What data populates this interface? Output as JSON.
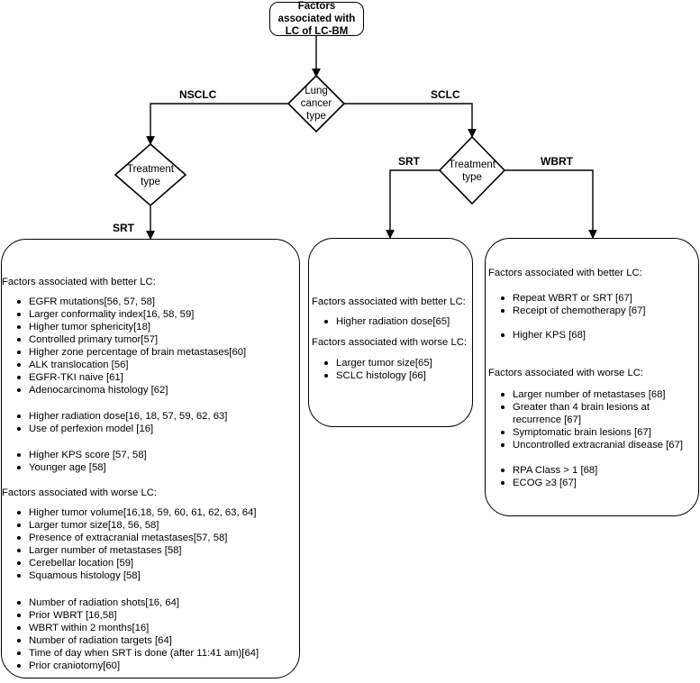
{
  "root": {
    "title": "Factors associated with LC of LC-BM"
  },
  "decision_lung": {
    "label": "Lung cancer type"
  },
  "decision_nsclc_treatment": {
    "label": "Treatment type"
  },
  "decision_sclc_treatment": {
    "label": "Treatment type"
  },
  "edges": {
    "nsclc": "NSCLC",
    "sclc": "SCLC",
    "nsclc_srt": "SRT",
    "sclc_srt": "SRT",
    "sclc_wbrt": "WBRT"
  },
  "nsclc_srt_box": {
    "better_heading": "Factors associated with better LC:",
    "better_groups": [
      [
        "EGFR mutations[56, 57, 58]",
        "Larger conformality index[16, 58, 59]",
        "Higher tumor sphericity[18]",
        "Controlled primary tumor[57]",
        "Higher zone percentage of brain metastases[60]",
        "ALK translocation [56]",
        "EGFR-TKI naive [61]",
        "Adenocarcinoma histology [62]"
      ],
      [
        "Higher radiation dose[16, 18, 57, 59, 62, 63]",
        "Use of perfexion model [16]"
      ],
      [
        "Higher KPS score [57, 58]",
        "Younger age [58]"
      ]
    ],
    "worse_heading": "Factors associated with worse LC:",
    "worse_groups": [
      [
        "Higher tumor volume[16,18, 59, 60, 61, 62, 63, 64]",
        "Larger tumor size[18, 56, 58]",
        "Presence of extracranial metastases[57, 58]",
        "Larger number of metastases [58]",
        "Cerebellar location [59]",
        "Squamous histology [58]"
      ],
      [
        "Number of radiation shots[16, 64]",
        "Prior WBRT [16,58]",
        "WBRT within 2 months[16]",
        "Number of radiation targets [64]",
        "Time of day when SRT is done (after 11:41 am)[64]",
        "Prior craniotomy[60]"
      ]
    ]
  },
  "sclc_srt_box": {
    "better_heading": "Factors associated with better LC:",
    "better_groups": [
      [
        "Higher radiation dose[65]"
      ]
    ],
    "worse_heading": "Factors associated with worse LC:",
    "worse_groups": [
      [
        "Larger tumor size[65]",
        "SCLC histology [66]"
      ]
    ]
  },
  "sclc_wbrt_box": {
    "better_heading": "Factors associated with better LC:",
    "better_groups": [
      [
        "Repeat WBRT or SRT [67]",
        "Receipt of chemotherapy [67]"
      ],
      [
        "Higher KPS [68]"
      ]
    ],
    "worse_heading": "Factors associated with worse LC:",
    "worse_groups": [
      [
        "Larger number of metastases [68]",
        "Greater than 4 brain lesions at",
        "recurrence [67]",
        "Symptomatic brain lesions [67]",
        "Uncontrolled extracranial disease [67]"
      ],
      [
        "RPA Class > 1 [68]",
        "ECOG ≥3 [67]"
      ]
    ]
  }
}
